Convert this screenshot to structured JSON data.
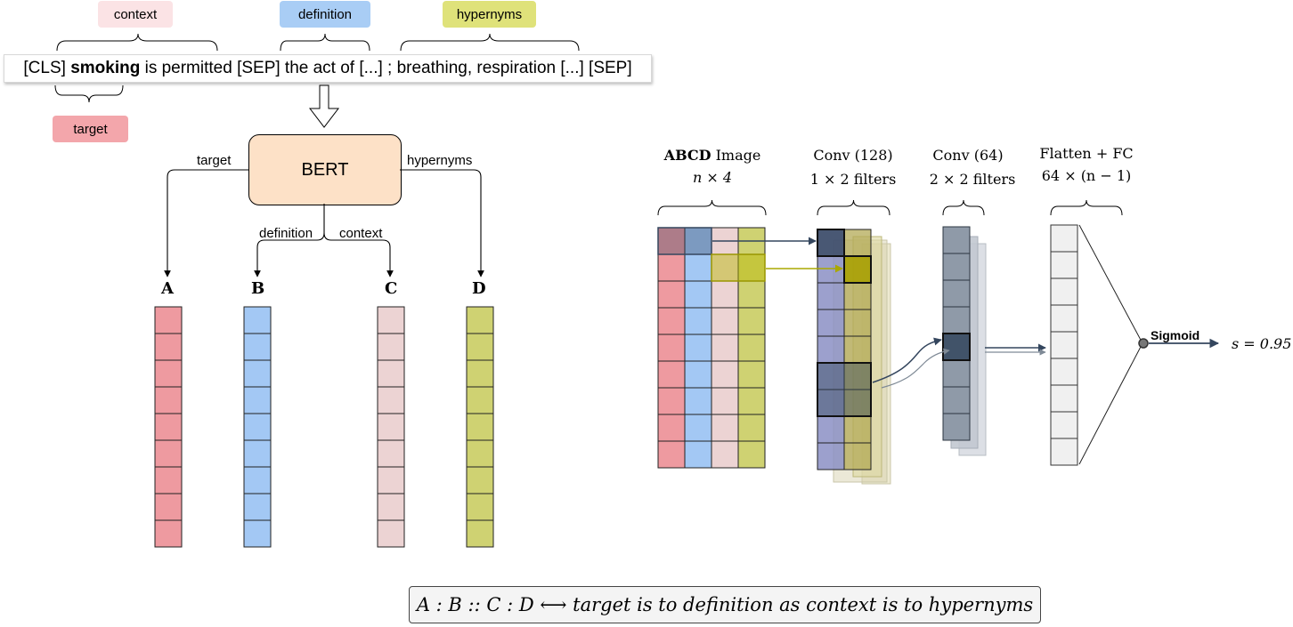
{
  "tags": {
    "context": "context",
    "definition": "definition",
    "hypernyms": "hypernyms",
    "target": "target"
  },
  "sentence": {
    "cls": "[CLS]",
    "target_word": "smoking",
    "rest": "is permitted [SEP] the act of [...] ; breathing, respiration [...] [SEP]"
  },
  "bert": {
    "label": "BERT",
    "edges": {
      "target": "target",
      "hypernyms": "hypernyms",
      "definition": "definition",
      "context": "context"
    }
  },
  "columns": {
    "letters": [
      "A",
      "B",
      "C",
      "D"
    ],
    "cells": 9,
    "colors": [
      "#ee9aa0",
      "#a3c8f4",
      "#ecd3d3",
      "#cfd272"
    ]
  },
  "cnn": {
    "abcd_bold": "ABCD",
    "abcd_rest": "Image",
    "abcd_dims": "n × 4",
    "conv1_title": "Conv (128)",
    "conv1_dims": "1 × 2 filters",
    "conv2_title": "Conv (64)",
    "conv2_dims": "2 × 2 filters",
    "fc_title": "Flatten + FC",
    "fc_dims": "64 × (n − 1)",
    "sigmoid": "Sigmoid",
    "score": "s = 0.95"
  },
  "formula": "A : B :: C : D ⟷ target is to definition as context is to hypernyms"
}
